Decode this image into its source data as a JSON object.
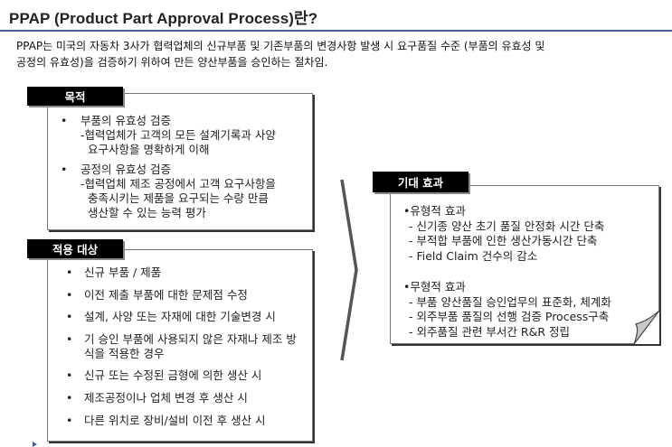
{
  "header": {
    "title": "PPAP (Product Part Approval Process)란?"
  },
  "intro": {
    "line1": "PPAP는 미국의 자동차 3사가 협력업체의 신규부품 및 기존부품의 변경사항 발생 시 요구품질 수준 (부품의 유효성 및",
    "line2": "공정의 유효성)을 검증하기 위하여 만든 양산부품을 승인하는 절차임."
  },
  "purpose": {
    "label": "목적",
    "items": [
      {
        "bullet": "•",
        "title": "부품의 유효성 검증",
        "detail_lines": [
          "-협력업체가 고객의 모든 설계기록과 사양",
          "요구사항을 명확하게 이해"
        ]
      },
      {
        "bullet": "•",
        "title": "공정의 유효성 검증",
        "detail_lines": [
          "-협력업체 제조 공정에서 고객 요구사항을",
          "충족시키는 제품을 요구되는 수량 만큼",
          "생산할 수 있는 능력 평가"
        ]
      }
    ]
  },
  "scope": {
    "label": "적용 대상",
    "items": [
      {
        "bullet": "•",
        "text": "신규 부품 / 제품"
      },
      {
        "bullet": "•",
        "text": "이전 제출 부품에 대한 문제점 수정"
      },
      {
        "bullet": "•",
        "text": "설계, 사양 또는 자재에 대한 기술변경 시"
      },
      {
        "bullet": "•",
        "text": "기 승인 부품에 사용되지 않은 자재나 제조 방식을 적용한 경우"
      },
      {
        "bullet": "•",
        "text": "신규 또는 수정된 금형에 의한 생산 시"
      },
      {
        "bullet": "•",
        "text": "제조공정이나 업체 변경 후 생산 시"
      },
      {
        "bullet": "•",
        "text": "다른 위치로 장비/설비 이전 후 생산 시"
      }
    ]
  },
  "effect": {
    "label": "기대 효과",
    "tangible": {
      "head": "•유형적 효과",
      "items": [
        "- 신기종 양산 초기 품질 안정화 시간 단축",
        "- 부적합 부품에 인한 생산가동시간 단축",
        "- Field Claim 건수의 감소"
      ]
    },
    "intangible": {
      "head": "•무형적 효과",
      "items": [
        "- 부품 양산품질 승인업무의 표준화, 체계화",
        "- 외주부품 품질의 선행 검증 Process구축",
        "- 외주품질 관련 부서간  R&R 정립"
      ]
    }
  },
  "colors": {
    "title_rule": "#4a5f8a",
    "label_bg": "#000000",
    "label_text": "#ffffff",
    "box_border": "#777777",
    "chevron": "#555555",
    "curl_fill": "#c8c8c8"
  }
}
